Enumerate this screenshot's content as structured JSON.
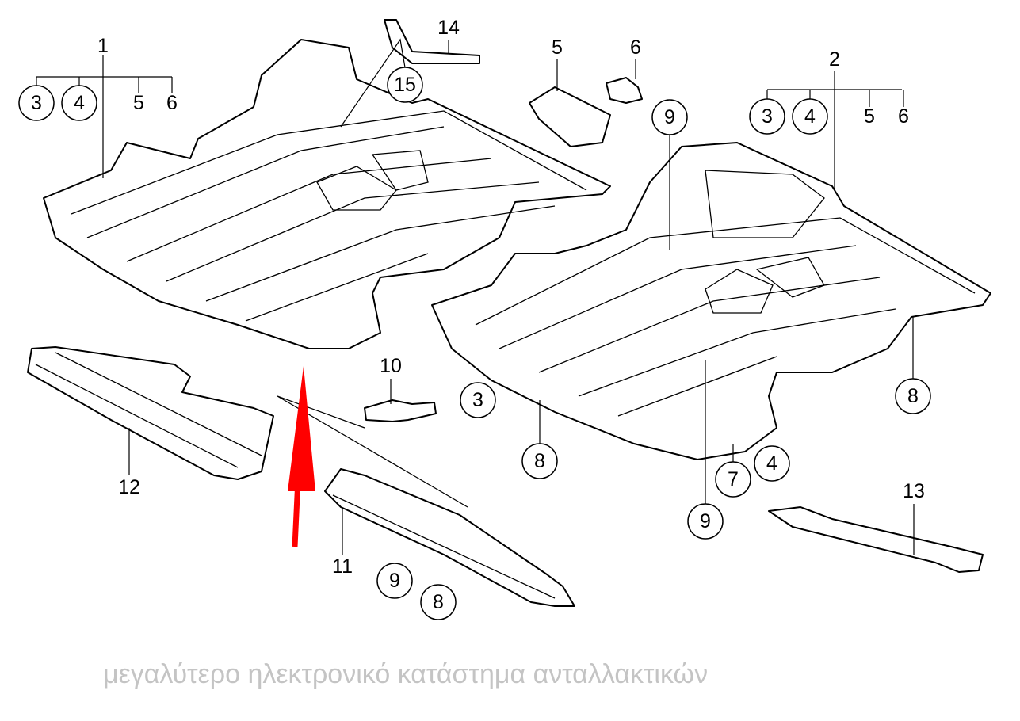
{
  "diagram": {
    "callouts": [
      {
        "id": "1",
        "circled": false
      },
      {
        "id": "3",
        "circled": true
      },
      {
        "id": "4",
        "circled": true
      },
      {
        "id": "5",
        "circled": false
      },
      {
        "id": "6",
        "circled": false
      },
      {
        "id": "14",
        "circled": false
      },
      {
        "id": "15",
        "circled": true
      },
      {
        "id": "5",
        "circled": false
      },
      {
        "id": "6",
        "circled": false
      },
      {
        "id": "2",
        "circled": false
      },
      {
        "id": "3",
        "circled": true
      },
      {
        "id": "4",
        "circled": true
      },
      {
        "id": "5",
        "circled": false
      },
      {
        "id": "6",
        "circled": false
      },
      {
        "id": "9",
        "circled": true
      },
      {
        "id": "10",
        "circled": false
      },
      {
        "id": "3",
        "circled": true
      },
      {
        "id": "8",
        "circled": true
      },
      {
        "id": "8",
        "circled": true
      },
      {
        "id": "7",
        "circled": true
      },
      {
        "id": "4",
        "circled": true
      },
      {
        "id": "9",
        "circled": true
      },
      {
        "id": "12",
        "circled": false
      },
      {
        "id": "13",
        "circled": false
      },
      {
        "id": "11",
        "circled": false
      },
      {
        "id": "9",
        "circled": true
      },
      {
        "id": "8",
        "circled": true
      }
    ],
    "highlight_color": "#ff0000",
    "watermark": "μεγαλύτερο ηλεκτρονικό κατάστημα ανταλλακτικών"
  }
}
